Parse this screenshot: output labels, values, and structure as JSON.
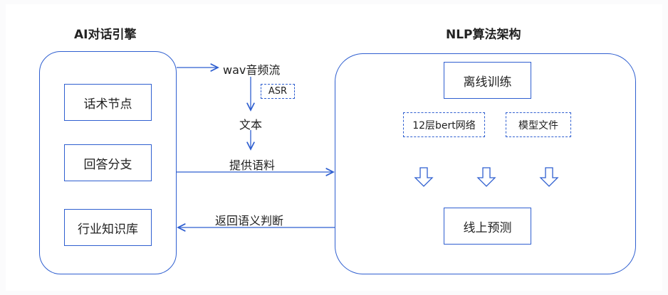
{
  "left_group": {
    "title": "AI对话引擎",
    "items": [
      "话术节点",
      "回答分支",
      "行业知识库"
    ]
  },
  "right_group": {
    "title": "NLP算法架构",
    "offline_training": "离线训练",
    "model_boxes": [
      "12层bert网络",
      "模型文件"
    ],
    "online_prediction": "线上预测"
  },
  "flow": {
    "audio_stream": "wav音频流",
    "asr": "ASR",
    "text": "文本",
    "provide_corpus": "提供语料",
    "return_semantics": "返回语义判断"
  },
  "colors": {
    "accent": "#2f5fd0"
  }
}
